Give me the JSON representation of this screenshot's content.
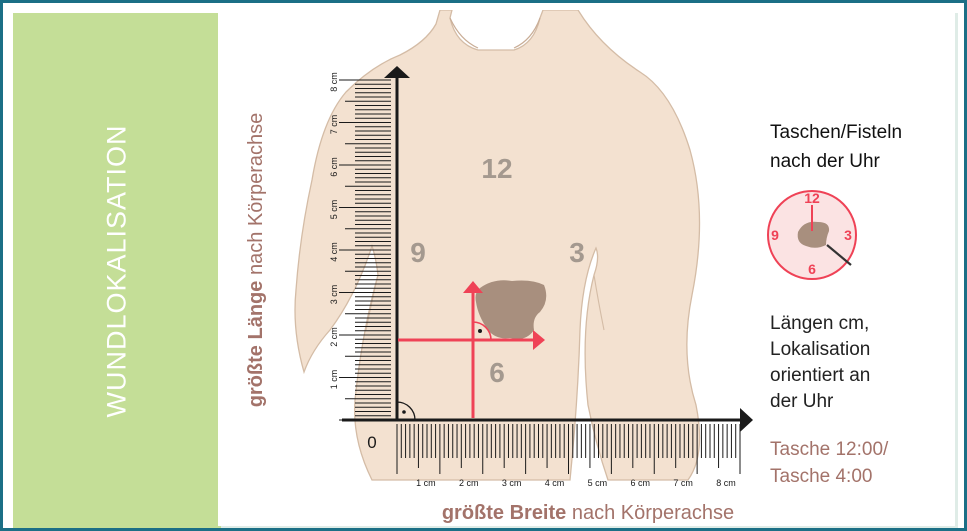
{
  "sidebar": {
    "label": "WUNDLOKALISATION"
  },
  "vertical_label": {
    "bold": "größte Länge",
    "normal": " nach Körperachse"
  },
  "horizontal_label": {
    "bold": "größte Breite",
    "normal": " nach Körperachse"
  },
  "vertical_ruler": {
    "unit_labels": [
      "1 cm",
      "2 cm",
      "3 cm",
      "4 cm",
      "5 cm",
      "6 cm",
      "7 cm",
      "8 cm"
    ]
  },
  "horizontal_ruler": {
    "unit_labels": [
      "1 cm",
      "2 cm",
      "3 cm",
      "4 cm",
      "5 cm",
      "6 cm",
      "7 cm",
      "8 cm"
    ],
    "origin_label": "0"
  },
  "body_clock_numbers": {
    "twelve": "12",
    "three": "3",
    "six": "6",
    "nine": "9"
  },
  "clock_icon_numbers": {
    "twelve": "12",
    "three": "3",
    "six": "6",
    "nine": "9"
  },
  "info": {
    "heading_line1": "Taschen/Fisteln",
    "heading_line2": "nach der Uhr",
    "text_lines": [
      "Längen cm,",
      "Lokalisation",
      "orientiert an",
      "der Uhr"
    ],
    "pocket_lines": [
      "Tasche 12:00/",
      "Tasche  4:00"
    ]
  },
  "colors": {
    "frame": "#1b6f86",
    "sidebar": "#c4de97",
    "skin": "#f3e1d0",
    "skin_outline": "#d4bca6",
    "wound": "#a88f7e",
    "red": "#ef4256",
    "clock_face": "#fbe3e3",
    "numbers_grey": "#a4998f",
    "label_brown": "#a3736a"
  }
}
